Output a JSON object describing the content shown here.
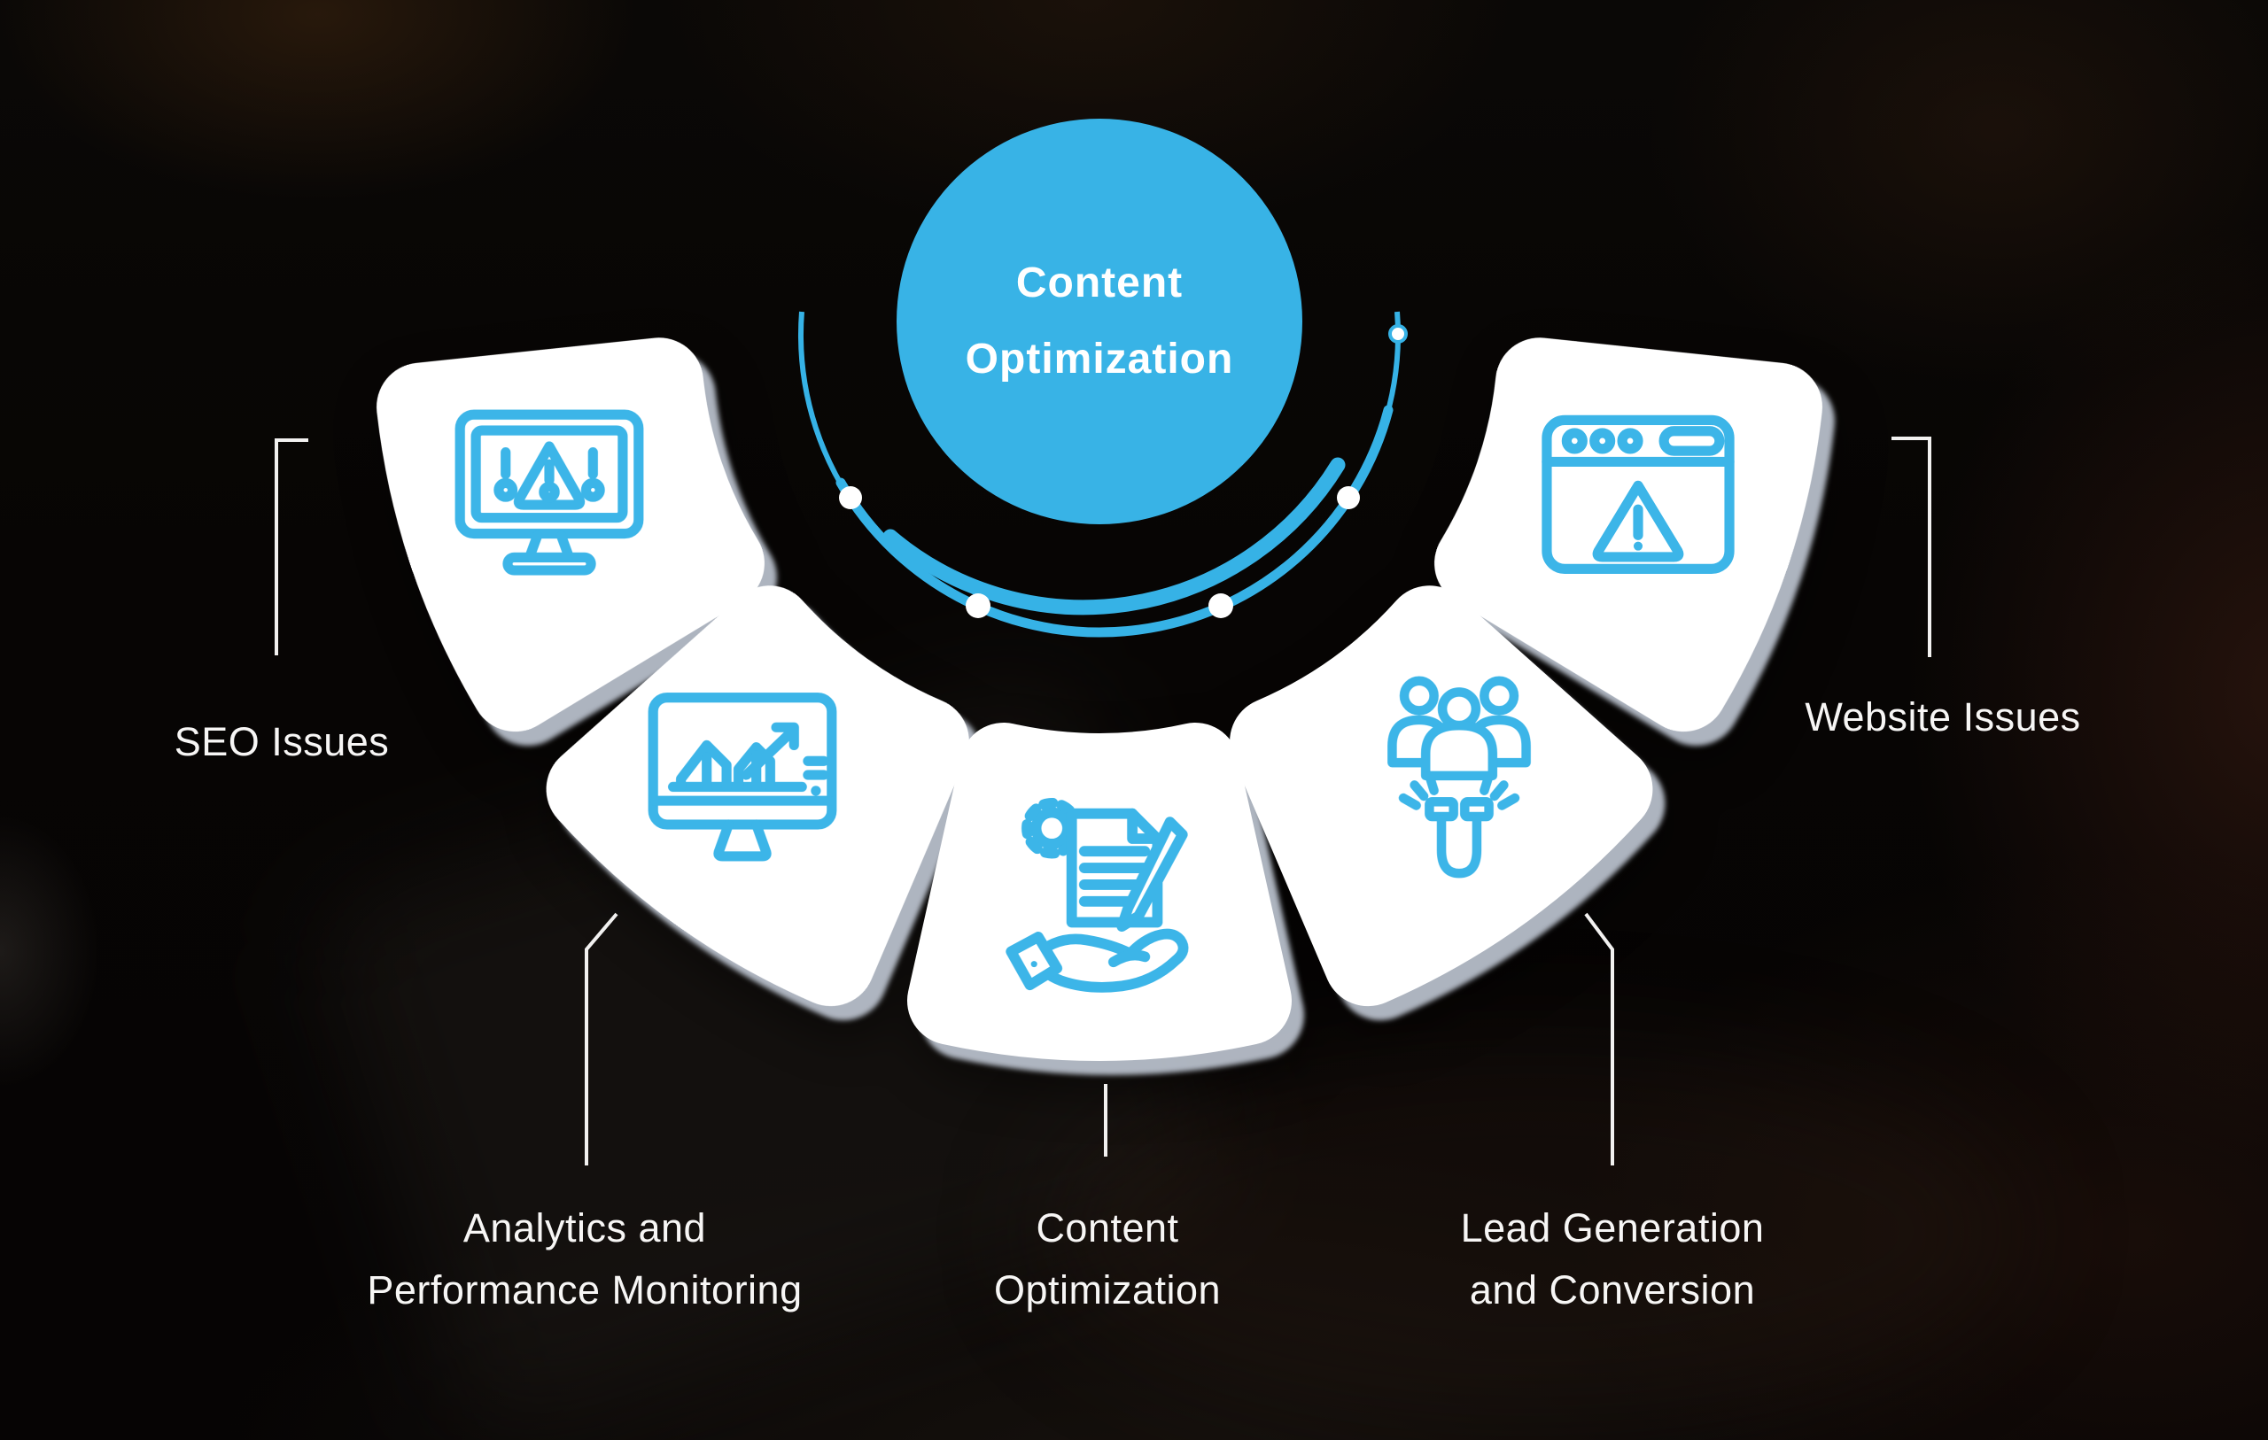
{
  "title": {
    "line1": "Content",
    "line2": "Optimization"
  },
  "colors": {
    "accent_blue": "#3cb5e8",
    "circle_blue": "#38b3e6",
    "card_white": "#ffffff",
    "label_text": "#f7f6f5",
    "background": "#070504"
  },
  "cards": [
    {
      "id": "seo",
      "label": "SEO Issues",
      "icon": "monitor-warning-icon"
    },
    {
      "id": "analytics",
      "label_line1": "Analytics and",
      "label_line2": "Performance Monitoring",
      "icon": "monitor-chart-icon"
    },
    {
      "id": "content",
      "label_line1": "Content",
      "label_line2": "Optimization",
      "icon": "hand-document-icon"
    },
    {
      "id": "lead",
      "label_line1": "Lead Generation",
      "label_line2": "and Conversion",
      "icon": "people-magnet-icon"
    },
    {
      "id": "website",
      "label": "Website Issues",
      "icon": "browser-warning-icon"
    }
  ]
}
